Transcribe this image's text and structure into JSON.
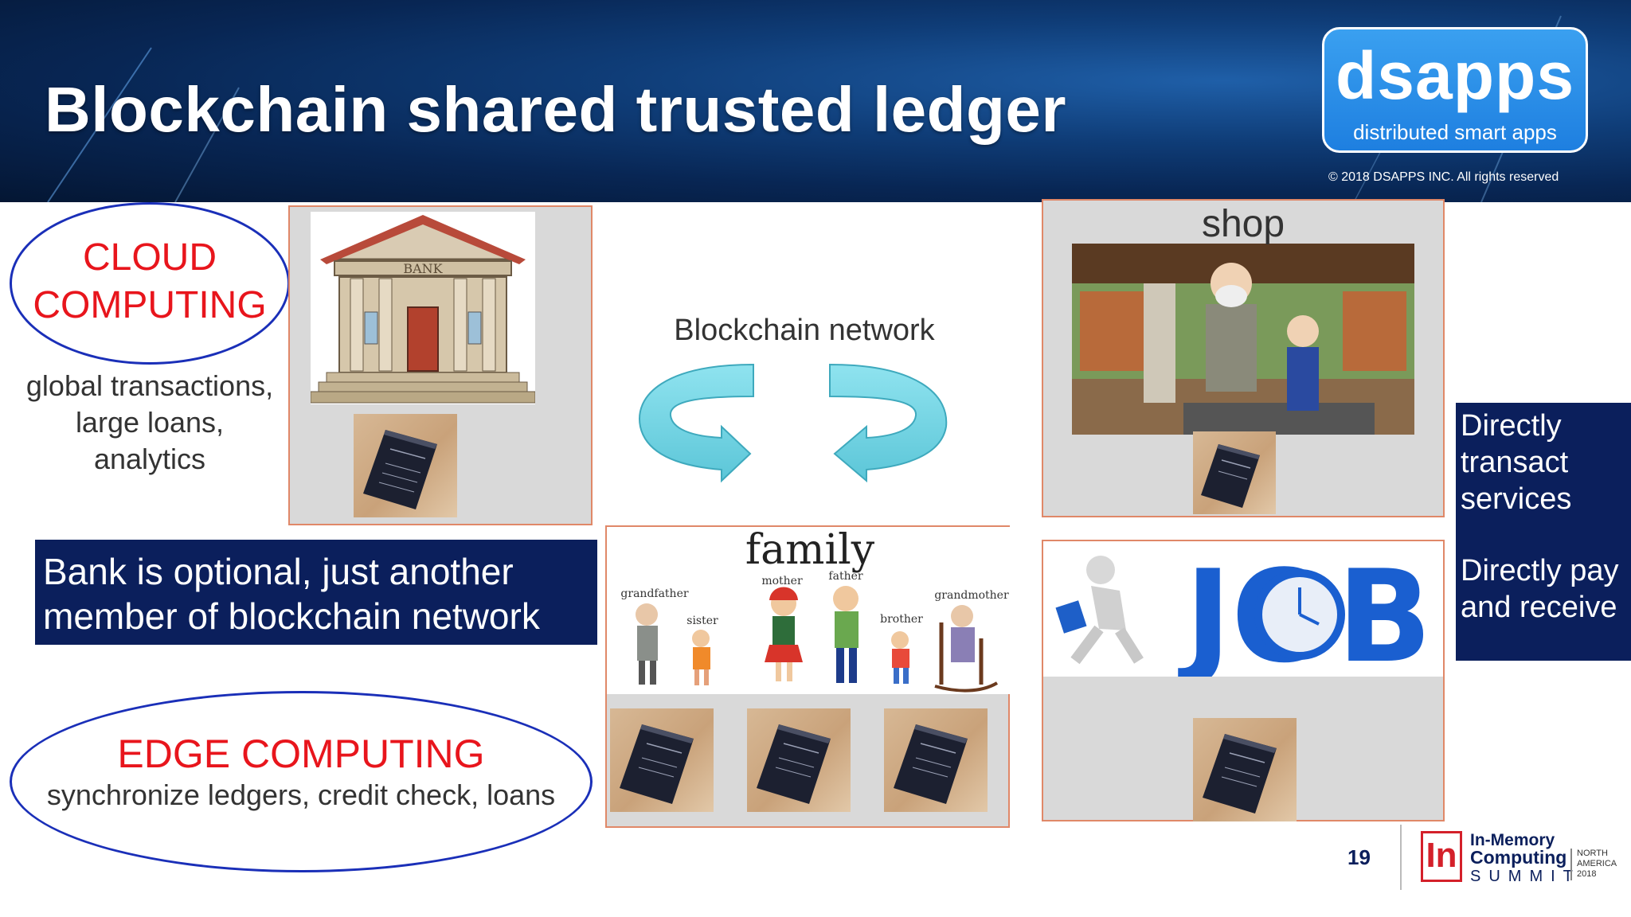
{
  "header": {
    "title": "Blockchain shared trusted ledger",
    "logo": {
      "name": "dsapps",
      "tagline": "distributed smart apps"
    },
    "copyright": "© 2018 DSAPPS INC. All rights reserved"
  },
  "cloud": {
    "line1": "CLOUD",
    "line2": "COMPUTING",
    "desc": [
      "global transactions,",
      "large loans,",
      "analytics"
    ]
  },
  "bank_note": [
    "Bank is optional, just another",
    "member of blockchain network"
  ],
  "network_label": "Blockchain network",
  "shop_label": "shop",
  "bank_sign": "BANK",
  "family": {
    "title": "family",
    "members": [
      "grandfather",
      "sister",
      "mother",
      "father",
      "brother",
      "grandmother"
    ]
  },
  "job_word": "JOB",
  "side_note": {
    "group1": [
      "Directly",
      "transact",
      "services"
    ],
    "group2": [
      "Directly pay",
      "and receive"
    ]
  },
  "edge": {
    "title": "EDGE COMPUTING",
    "desc": "synchronize ledgers, credit check, loans"
  },
  "footer": {
    "page_number": "19",
    "event_logo_mark": "In",
    "event_line1": "In-Memory",
    "event_line2": "Computing",
    "event_line3": "SUMMIT",
    "event_region1": "NORTH",
    "event_region2": "AMERICA",
    "event_year": "2018"
  },
  "colors": {
    "accent_red": "#e8151c",
    "navy": "#0b1f5c",
    "oval_border": "#1a2fb8",
    "logo_blue": "#2a8de8",
    "arrow_cyan": "#6fd3e3"
  }
}
